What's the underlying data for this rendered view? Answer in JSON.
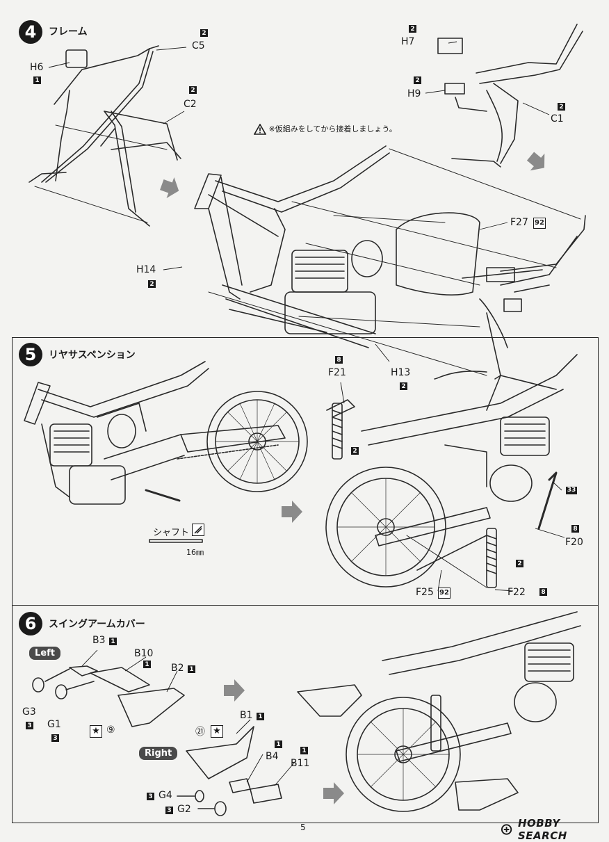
{
  "page_number": "5",
  "brand": "HOBBY SEARCH",
  "steps": [
    {
      "number": "4",
      "title": "フレーム"
    },
    {
      "number": "5",
      "title": "リヤサスペンション"
    },
    {
      "number": "6",
      "title": "スイングアームカバー"
    }
  ],
  "step4": {
    "note": "※仮組みをしてから接着しましょう。",
    "labels": {
      "C5": "C5",
      "C5_qty": "2",
      "H6": "H6",
      "H6_qty": "1",
      "C2": "C2",
      "C2_qty": "2",
      "H7": "H7",
      "H7_qty": "2",
      "H9": "H9",
      "H9_qty": "2",
      "C1": "C1",
      "C1_qty": "2",
      "F27": "F27",
      "F27_paint": "92",
      "H14": "H14",
      "H14_qty": "2",
      "H13": "H13",
      "H13_qty": "2"
    }
  },
  "step5": {
    "shaft_label": "シャフト",
    "shaft_length": "16㎜",
    "labels": {
      "F21": "F21",
      "F21_qty": "8",
      "spring_qty": "2",
      "paint33": "33",
      "F20": "F20",
      "F20_qty": "8",
      "F22": "F22",
      "F22_qty": "8",
      "F25": "F25",
      "F25_paint": "92",
      "F22_spring_qty": "2"
    }
  },
  "step6": {
    "left_tag": "Left",
    "right_tag": "Right",
    "labels": {
      "B3": "B3",
      "B3_qty": "1",
      "B10": "B10",
      "B10_qty": "1",
      "B2": "B2",
      "B2_qty": "1",
      "G3": "G3",
      "G3_qty": "3",
      "G1": "G1",
      "G1_qty": "3",
      "paint9": "⑨",
      "B1": "B1",
      "B1_qty": "1",
      "paint21": "㉑",
      "B4": "B4",
      "B4_qty": "1",
      "B11": "B11",
      "B11_qty": "1",
      "G4": "G4",
      "G4_qty": "3",
      "G2": "G2",
      "G2_qty": "3"
    }
  },
  "icons": [
    "warning-icon",
    "glue-icon",
    "star-paint-icon",
    "flow-arrow-icon"
  ]
}
